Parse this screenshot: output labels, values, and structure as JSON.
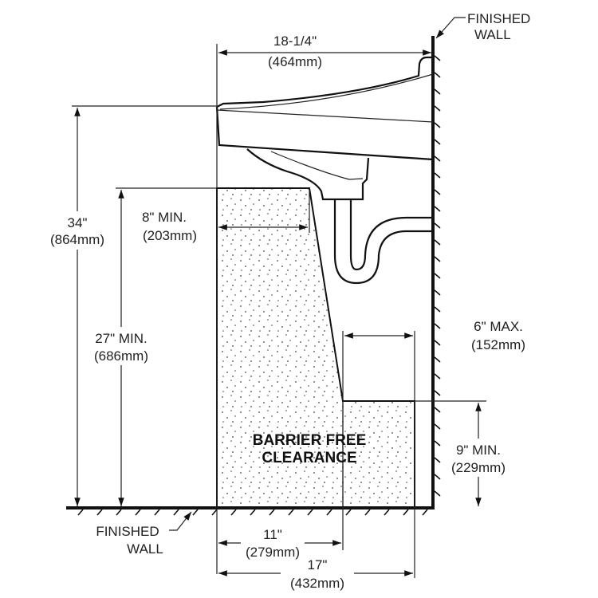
{
  "labels": {
    "finished_wall_top": [
      "FINISHED",
      "WALL"
    ],
    "finished_wall_bottom": [
      "FINISHED",
      "WALL"
    ],
    "clearance": [
      "BARRIER FREE",
      "CLEARANCE"
    ]
  },
  "dimensions": {
    "sink_depth": {
      "imperial": "18-1/4\"",
      "metric": "(464mm)"
    },
    "rim_height": {
      "imperial": "34\"",
      "metric": "(864mm)"
    },
    "knee_height": {
      "imperial": "27\" MIN.",
      "metric": "(686mm)"
    },
    "knee_depth": {
      "imperial": "8\" MIN.",
      "metric": "(203mm)"
    },
    "toe_depth_max": {
      "imperial": "6\" MAX.",
      "metric": "(152mm)"
    },
    "toe_height": {
      "imperial": "9\" MIN.",
      "metric": "(229mm)"
    },
    "knee_clearance": {
      "imperial": "11\"",
      "metric": "(279mm)"
    },
    "toe_clearance": {
      "imperial": "17\"",
      "metric": "(432mm)"
    }
  }
}
